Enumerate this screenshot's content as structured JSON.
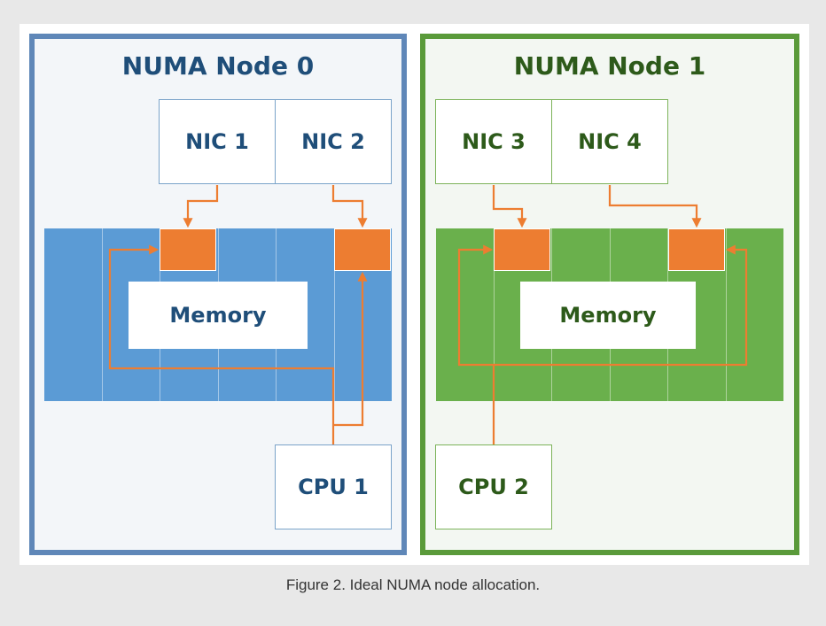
{
  "node0": {
    "title": "NUMA Node 0",
    "nics": [
      "NIC 1",
      "NIC 2"
    ],
    "memory": "Memory",
    "cpu": "CPU 1"
  },
  "node1": {
    "title": "NUMA Node 1",
    "nics": [
      "NIC 3",
      "NIC 4"
    ],
    "memory": "Memory",
    "cpu": "CPU 2"
  },
  "caption": "Figure 2. Ideal NUMA node allocation.",
  "colors": {
    "node0_border": "#5f87b8",
    "node0_memory": "#5b9bd5",
    "node1_border": "#5a9a3a",
    "node1_memory": "#6ab04c",
    "arrow": "#ed7d31"
  }
}
